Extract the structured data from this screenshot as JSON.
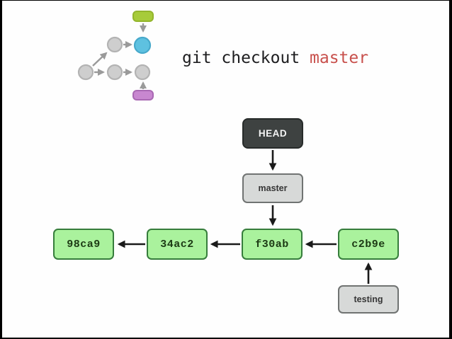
{
  "slide": {
    "command": {
      "prefix": "git checkout ",
      "argument": "master"
    },
    "colors": {
      "command_text": "#1d1d1f",
      "command_argument_red": "#c8504c",
      "commit_fill_green": "#aaf29d",
      "commit_border_green": "#367d3c",
      "branch_fill_gray": "#d7d9d8",
      "branch_border_gray": "#707372",
      "head_fill_dark": "#3e4241",
      "arrow_black": "#1a1a1a",
      "icon_green": "#a7cb3a",
      "icon_blue": "#5ec1e0",
      "icon_purple": "#c887d0",
      "icon_gray": "#cecece"
    },
    "corner_icon": {
      "name": "git-branch-graph-icon",
      "parts": [
        "green-branch-label",
        "blue-checked-out-commit",
        "gray-commit-chain",
        "purple-branch-label"
      ]
    }
  },
  "diagram": {
    "nodes": [
      {
        "id": "head",
        "label": "HEAD",
        "type": "head-pointer"
      },
      {
        "id": "master",
        "label": "master",
        "type": "branch"
      },
      {
        "id": "98ca9",
        "label": "98ca9",
        "type": "commit"
      },
      {
        "id": "34ac2",
        "label": "34ac2",
        "type": "commit"
      },
      {
        "id": "f30ab",
        "label": "f30ab",
        "type": "commit"
      },
      {
        "id": "c2b9e",
        "label": "c2b9e",
        "type": "commit"
      },
      {
        "id": "testing",
        "label": "testing",
        "type": "branch"
      }
    ],
    "edges": [
      {
        "from": "HEAD",
        "to": "master"
      },
      {
        "from": "master",
        "to": "f30ab"
      },
      {
        "from": "f30ab",
        "to": "34ac2"
      },
      {
        "from": "34ac2",
        "to": "98ca9"
      },
      {
        "from": "c2b9e",
        "to": "f30ab"
      },
      {
        "from": "testing",
        "to": "c2b9e"
      }
    ]
  }
}
